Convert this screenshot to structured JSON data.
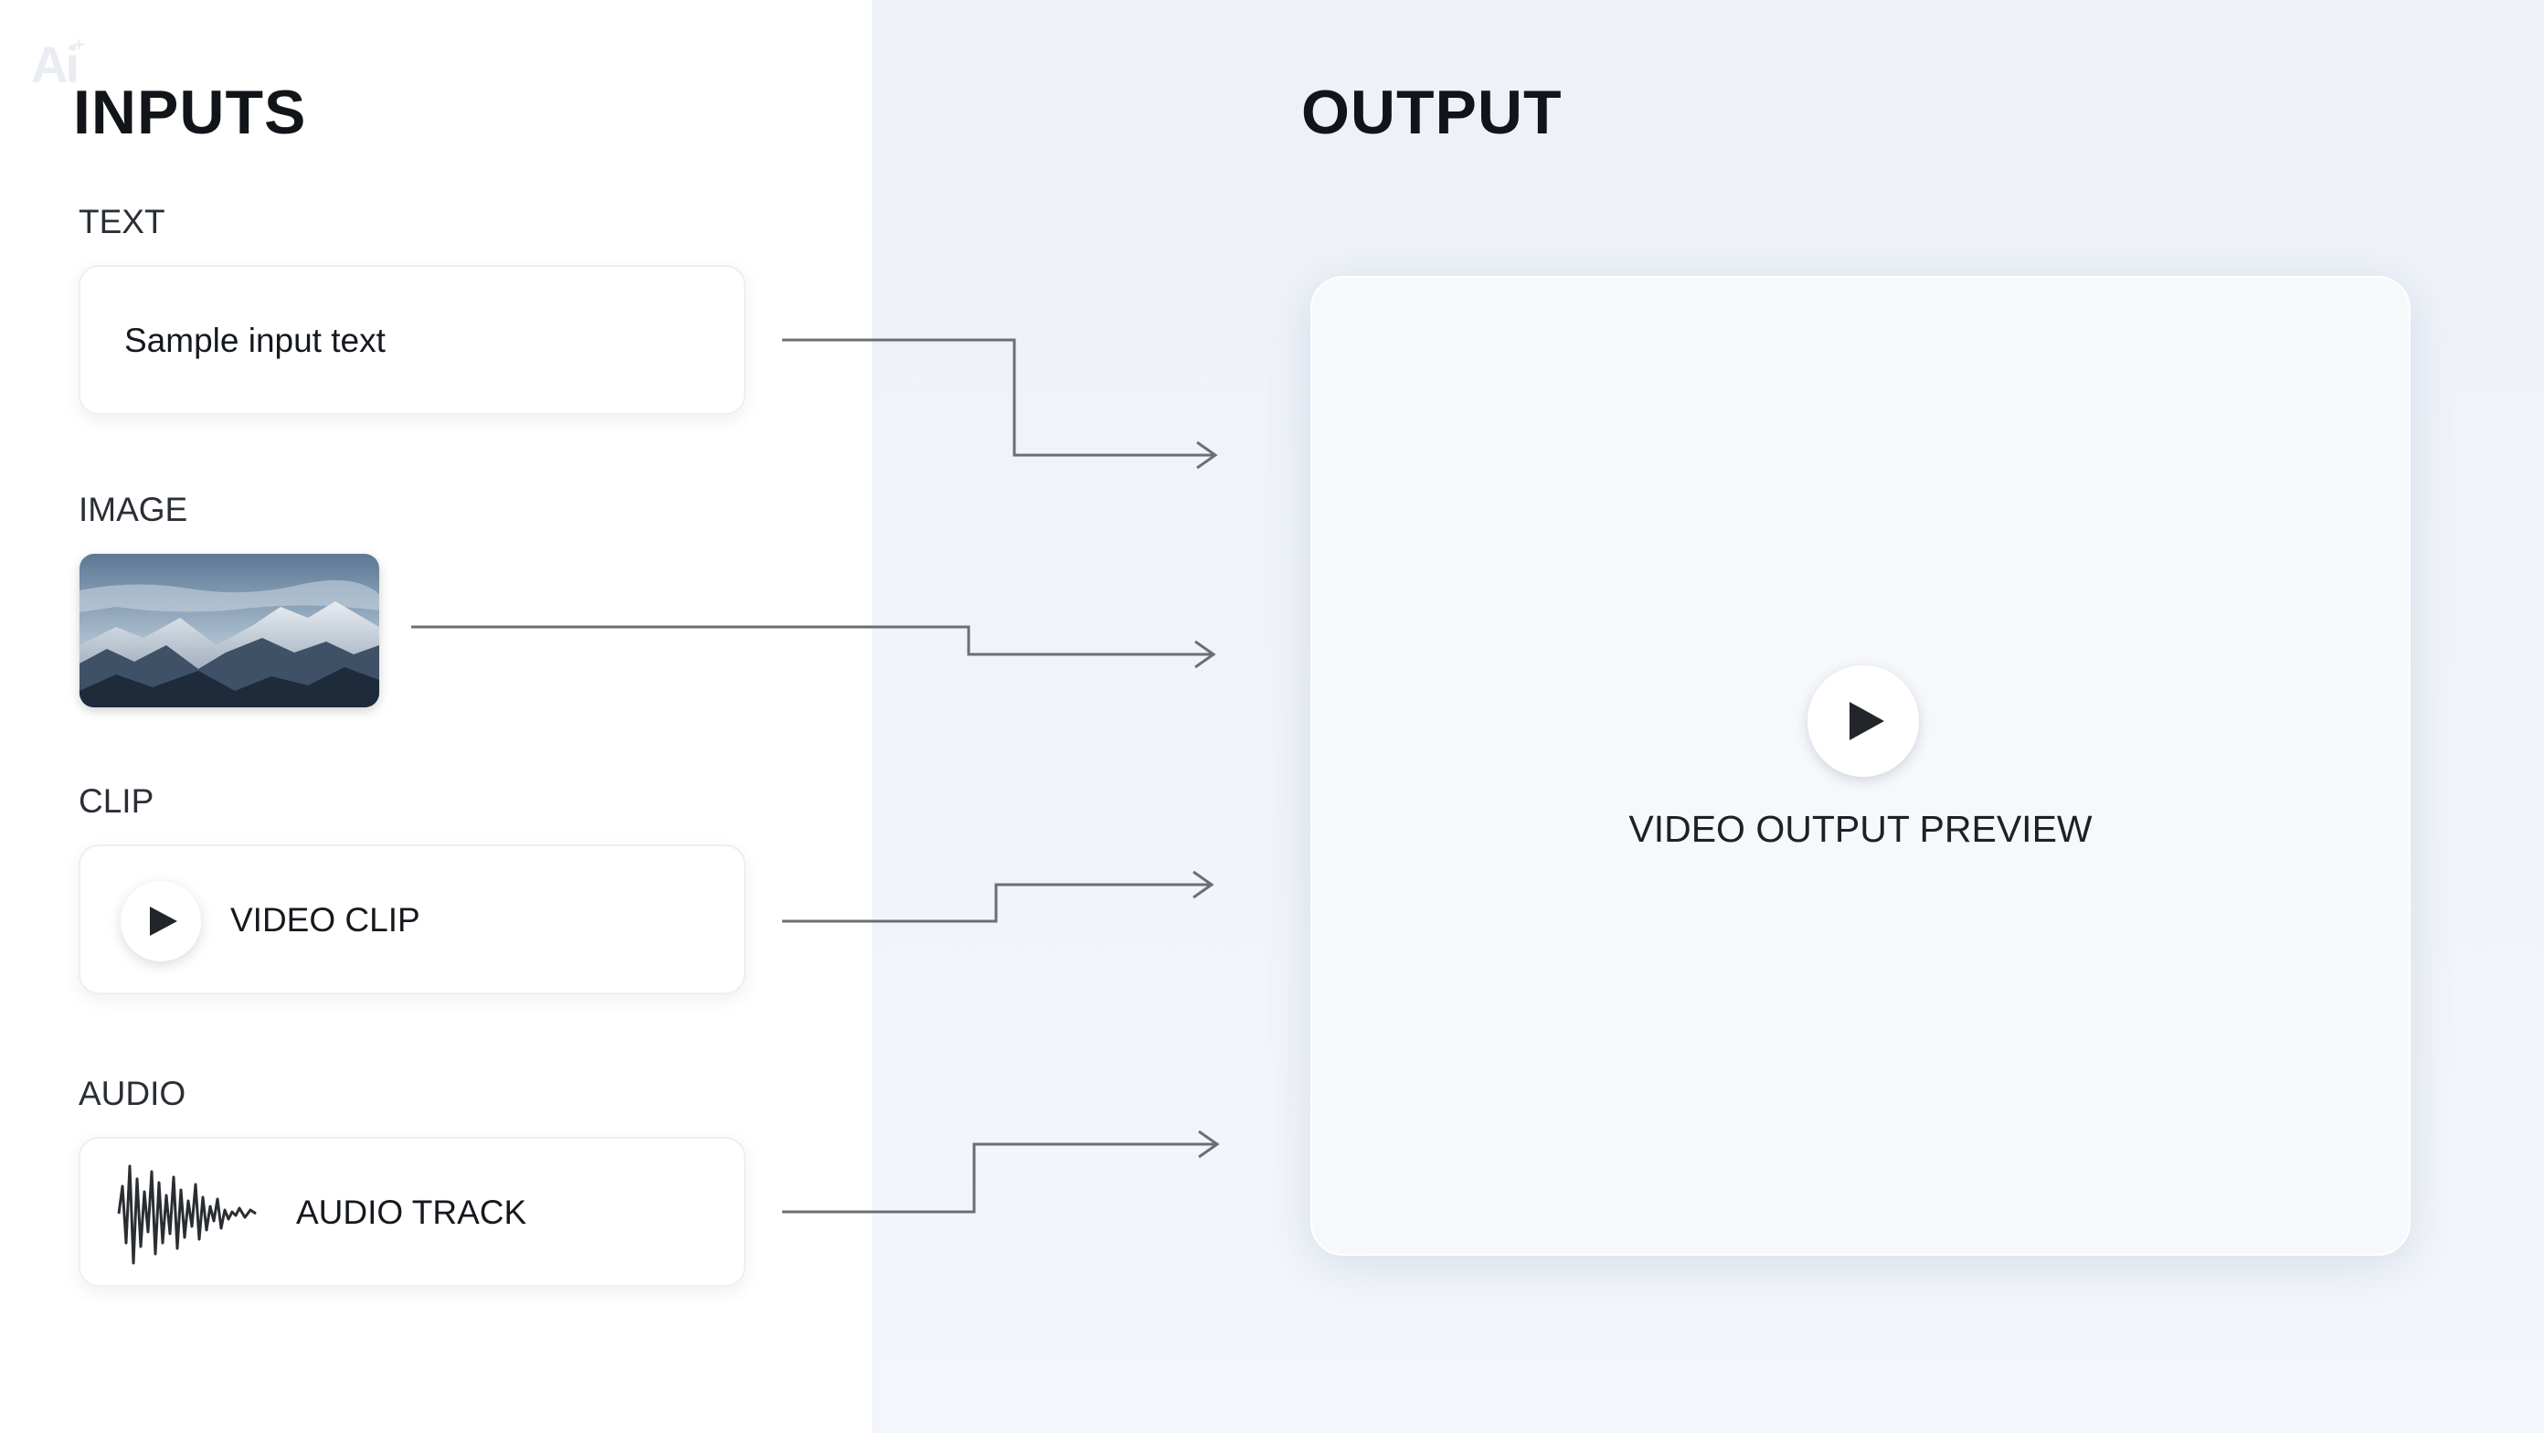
{
  "logo": {
    "text": "Ai",
    "star": "+"
  },
  "inputs": {
    "heading": "INPUTS",
    "text": {
      "label": "TEXT",
      "value": "Sample input text"
    },
    "image": {
      "label": "IMAGE",
      "icon": "mountain-landscape"
    },
    "clip": {
      "label": "CLIP",
      "title": "VIDEO CLIP",
      "icon": "play-icon"
    },
    "audio": {
      "label": "AUDIO",
      "title": "AUDIO TRACK",
      "icon": "waveform-icon"
    }
  },
  "output": {
    "heading": "OUTPUT",
    "preview_label": "VIDEO OUTPUT PREVIEW",
    "icon": "play-icon"
  },
  "colors": {
    "left_panel": "#ffffff",
    "right_panel": "#eef2f8",
    "connector": "#6b6e72",
    "text": "#1b1f24"
  }
}
